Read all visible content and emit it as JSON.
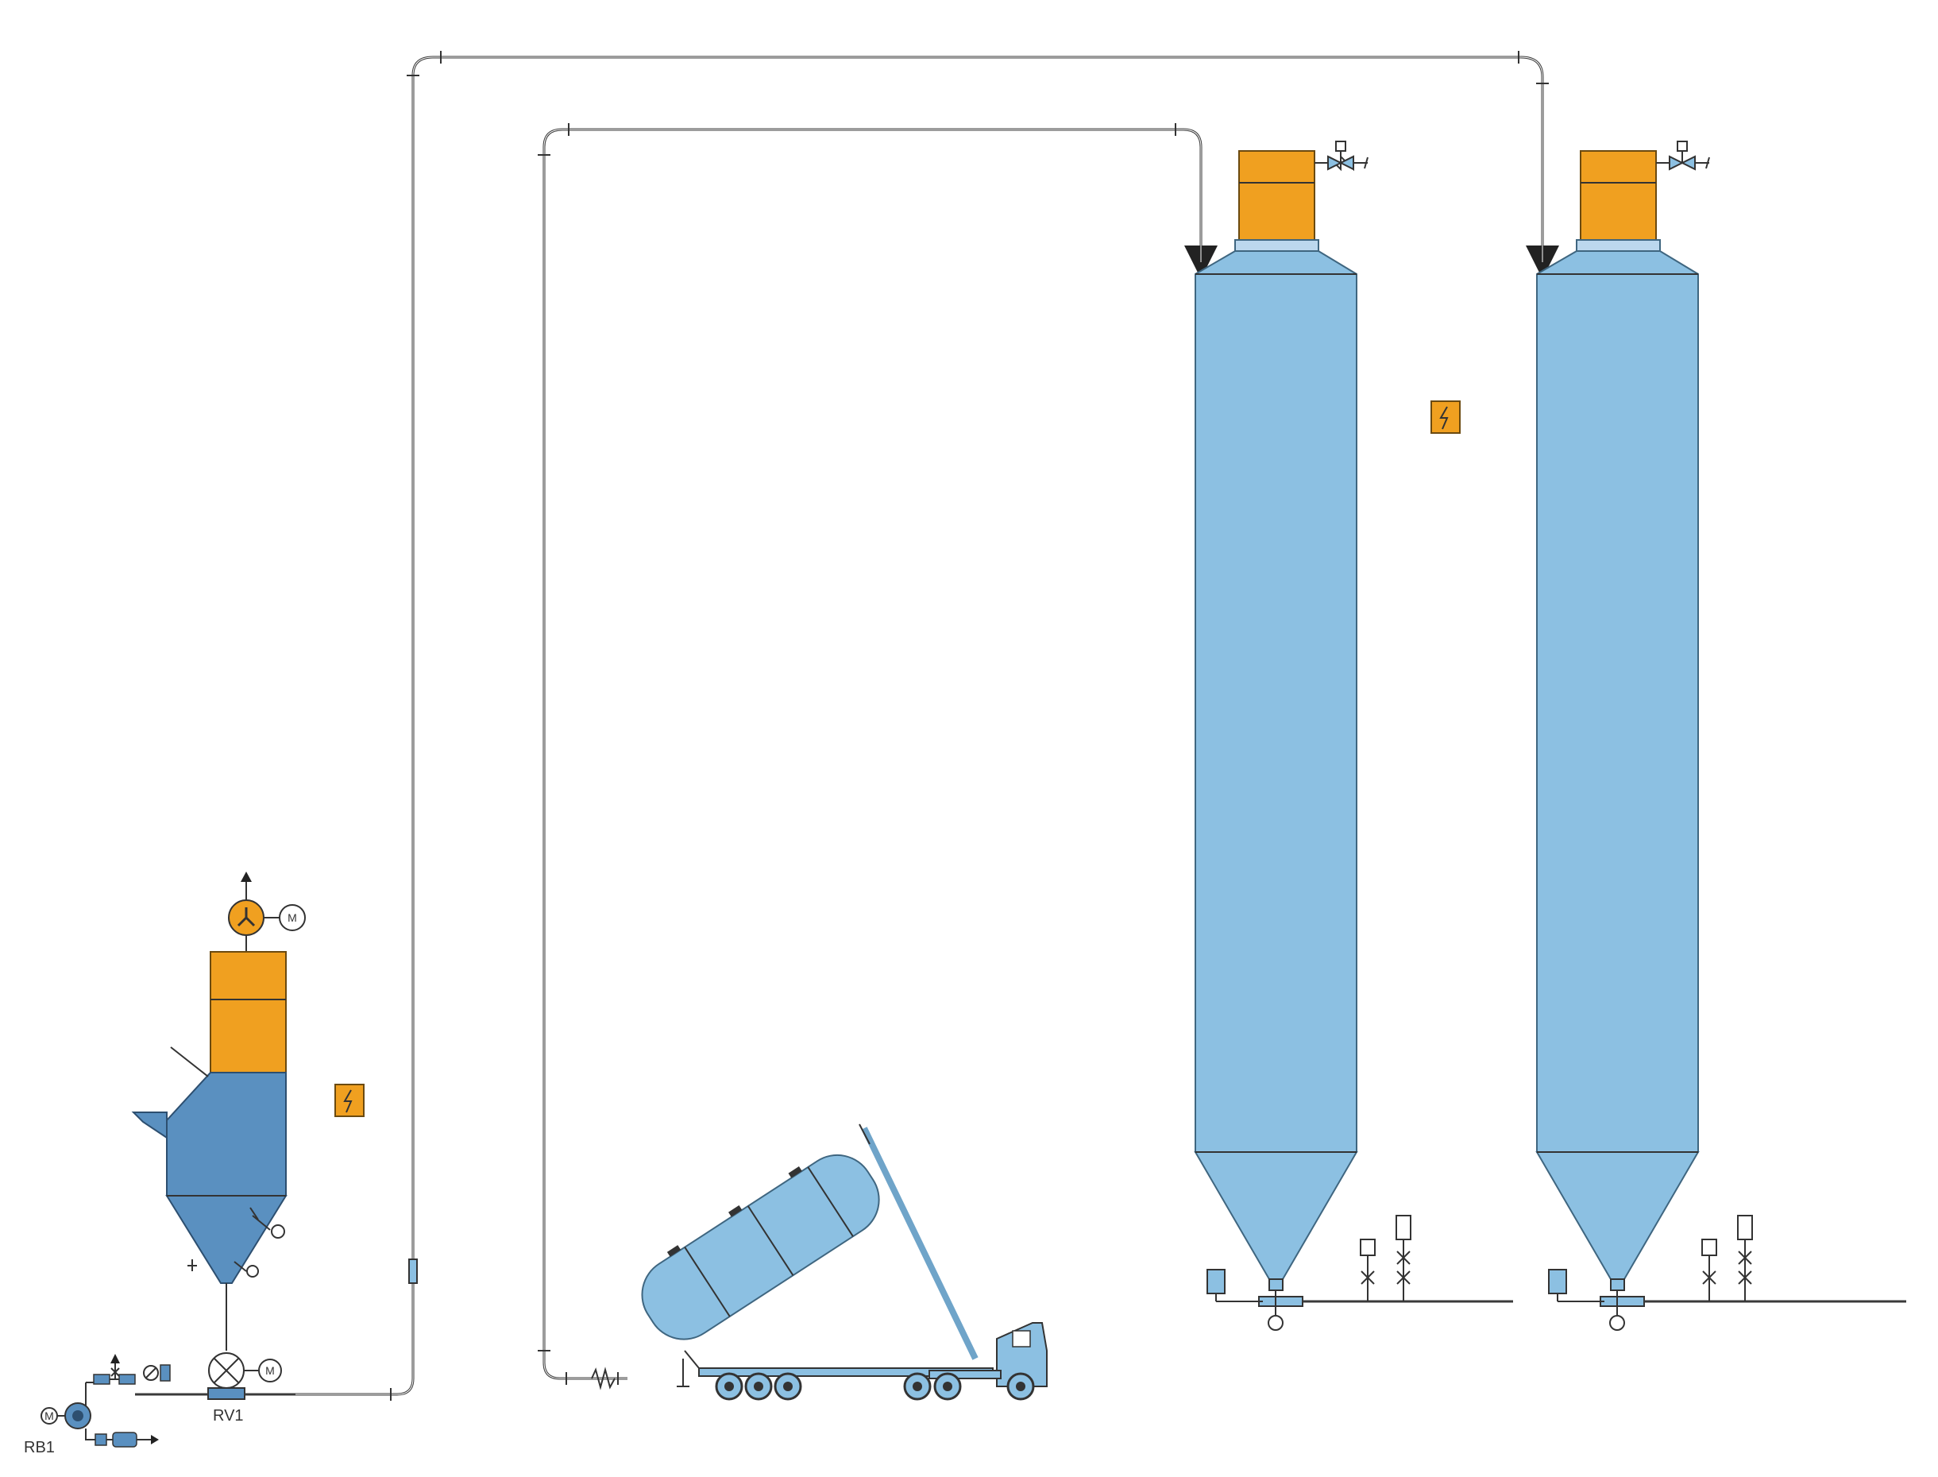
{
  "labels": {
    "rotary_valve": "RV1",
    "root_blower": "RB1",
    "motor_symbol": "M"
  },
  "icons": {
    "alarm_box": "lightning-alarm-icon",
    "motor": "motor-icon",
    "valve": "valve-icon",
    "fan": "fan-icon",
    "truck": "bulk-tanker-truck-icon"
  },
  "colors": {
    "silo_fill": "#8cc0e2",
    "filter_orange": "#f0a020",
    "hopper_blue": "#5a90c0",
    "pipe": "#3a3a3a"
  }
}
